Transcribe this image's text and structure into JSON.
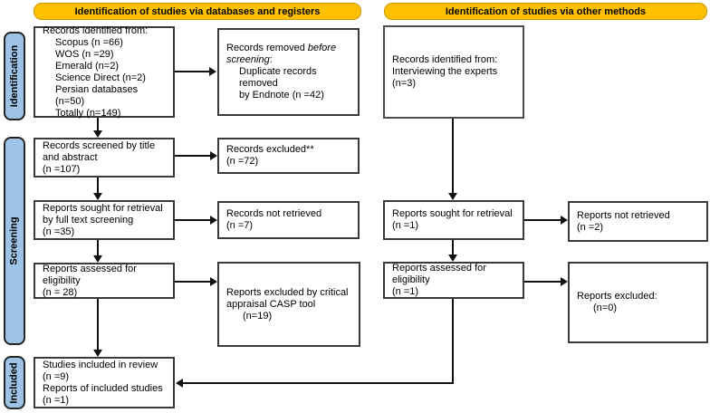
{
  "headers": {
    "databases": "Identification of studies via databases and registers",
    "other": "Identification of studies via other methods"
  },
  "sidebar": {
    "identification": "Identification",
    "screening": "Screening",
    "included": "Included"
  },
  "colors": {
    "header_bg": "#FFC000",
    "sidebar_bg": "#9DC3E6",
    "box_border": "#3A3A3A",
    "arrow": "#111111"
  },
  "boxes": {
    "db_identified": {
      "title": "Records identified from:",
      "items": "Scopus (n =66)\nWOS (n =29)\nEmerald (n=2)\nScience Direct (n=2)\nPersian databases (n=50)\nTotally (n=149)"
    },
    "records_removed": {
      "lead": "Records removed ",
      "emphasis": "before screening",
      "suffix": ":",
      "detail": "Duplicate records removed\nby Endnote (n =42)"
    },
    "screened": "Records screened by title and abstract\n(n =107)",
    "records_excluded": "Records excluded**\n(n =72)",
    "sought_db": "Reports sought for retrieval by full text screening\n(n =35)",
    "not_retrieved_db": "Records not retrieved\n(n =7)",
    "assessed_db": "Reports assessed for eligibility\n(n = 28)",
    "casp_excluded": {
      "line1": "Reports excluded by critical appraisal CASP tool",
      "line2": "(n=19)"
    },
    "included": "Studies included in review\n(n =9)\nReports of included studies\n(n =1)",
    "other_identified": "Records identified from:\nInterviewing the experts (n=3)",
    "sought_other": "Reports sought for retrieval\n(n =1)",
    "not_retrieved_other": "Reports not retrieved\n(n =2)",
    "assessed_other": "Reports assessed for eligibility\n(n =1)",
    "excluded_other": {
      "line1": "Reports excluded:",
      "line2": "(n=0)"
    }
  }
}
